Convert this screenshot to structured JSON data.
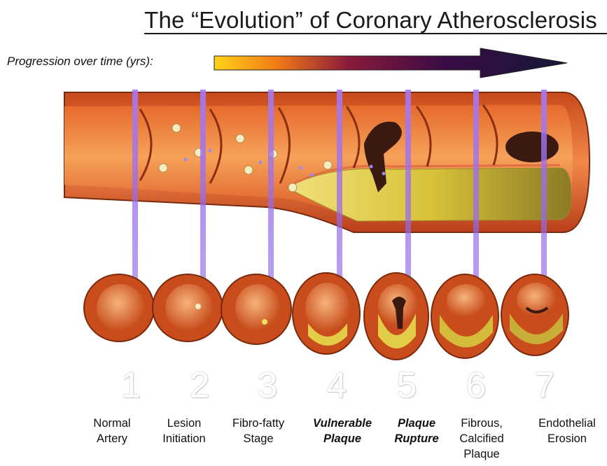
{
  "title": "The “Evolution” of Coronary Atherosclerosis",
  "progression_label": "Progression over time (yrs):",
  "stages": [
    {
      "number": "1",
      "line1": "Normal",
      "line2": "Artery",
      "line3": "",
      "emphasis": false
    },
    {
      "number": "2",
      "line1": "Lesion",
      "line2": "Initiation",
      "line3": "",
      "emphasis": false
    },
    {
      "number": "3",
      "line1": "Fibro-fatty",
      "line2": "Stage",
      "line3": "",
      "emphasis": false
    },
    {
      "number": "4",
      "line1": "Vulnerable",
      "line2": "Plaque",
      "line3": "",
      "emphasis": true
    },
    {
      "number": "5",
      "line1": "Plaque",
      "line2": "Rupture",
      "line3": "",
      "emphasis": true
    },
    {
      "number": "6",
      "line1": "Fibrous,",
      "line2": "Calcified",
      "line3": "Plaque",
      "emphasis": false
    },
    {
      "number": "7",
      "line1": "Endothelial",
      "line2": "Erosion",
      "line3": "",
      "emphasis": false
    }
  ],
  "colors": {
    "vessel_wall": "#e0642a",
    "lumen": "#f08a3c",
    "plaque": "#e8d25a",
    "connector": "#9a6cf0",
    "thrombus": "#3a1a10"
  }
}
